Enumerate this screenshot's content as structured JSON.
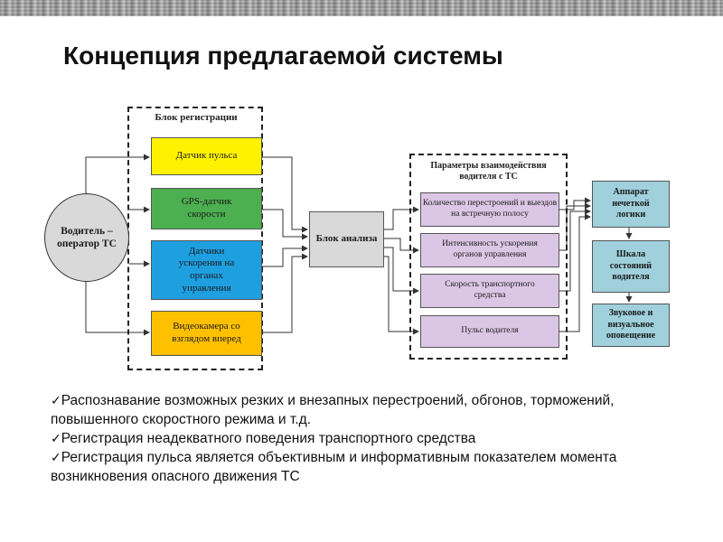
{
  "title": "Концепция предлагаемой системы",
  "diagram": {
    "registration_block_label": "Блок регистрации",
    "driver": "Водитель – оператор ТС",
    "sensors": [
      {
        "label": "Датчик пульса",
        "color": "#fff200"
      },
      {
        "label": "GPS-датчик скорости",
        "color": "#4caf50"
      },
      {
        "label": "Датчики ускорения на органах управления",
        "color": "#1e9fe0"
      },
      {
        "label": "Видеокамера со взглядом вперед",
        "color": "#ffc000"
      }
    ],
    "analysis_block": "Блок анализа",
    "params_block_label": "Параметры взаимодействия водителя с ТС",
    "params": [
      "Количество перестроений и выездов на встречную полосу",
      "Интенсивность ускорения органов управления",
      "Скорость транспортного средства",
      "Пульс водителя"
    ],
    "params_color": "#dcc6e6",
    "outputs": [
      "Аппарат нечеткой логики",
      "Шкала состояний водителя",
      "Звуковое и визуальное оповещение"
    ],
    "outputs_color": "#9fd0dc"
  },
  "bullets": [
    "Распознавание возможных резких и внезапных перестроений, обгонов, торможений, повышенного скоростного режима и т.д.",
    "Регистрация неадекватного поведения транспортного средства",
    "Регистрация пульса является объективным и информативным показателем момента возникновения опасного движения ТС"
  ],
  "bullet_mark": "✓"
}
